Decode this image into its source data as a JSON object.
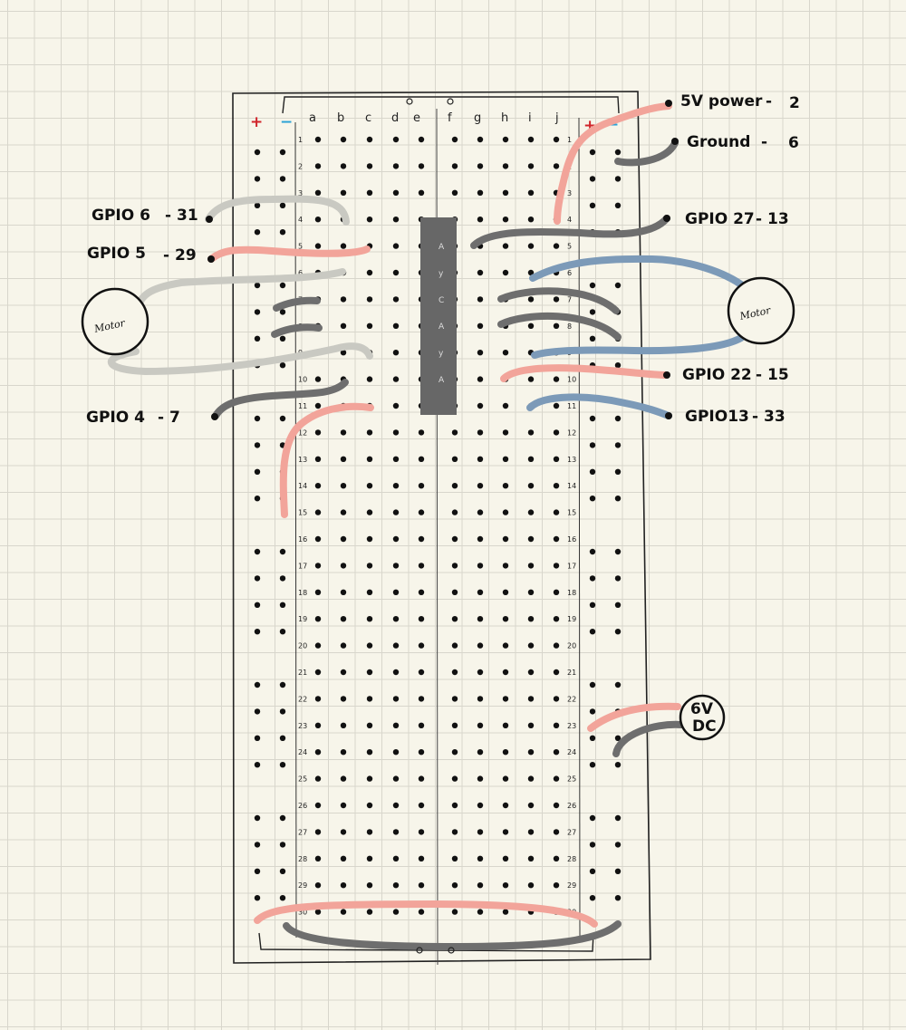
{
  "rails": {
    "plus": "+",
    "minus": "−"
  },
  "columns_left": [
    "a",
    "b",
    "c",
    "d",
    "e"
  ],
  "columns_right": [
    "f",
    "g",
    "h",
    "i",
    "j"
  ],
  "row_numbers": [
    "1",
    "2",
    "3",
    "4",
    "5",
    "6",
    "7",
    "8",
    "9",
    "10",
    "11",
    "12",
    "13",
    "14",
    "15",
    "16",
    "17",
    "18",
    "19",
    "20",
    "21",
    "22",
    "23",
    "24",
    "25",
    "26",
    "27",
    "28",
    "29",
    "30"
  ],
  "chip_pins": [
    "A",
    "y",
    "C",
    "A",
    "y",
    "A"
  ],
  "labels": {
    "five_v_power": "5V power",
    "five_v_pin": "2",
    "ground": "Ground",
    "ground_pin": "6",
    "gpio6": "GPIO 6",
    "gpio6_pin": "31",
    "gpio5": "GPIO 5",
    "gpio5_pin": "29",
    "gpio4": "GPIO 4",
    "gpio4_pin": "7",
    "gpio27": "GPIO 27",
    "gpio27_pin": "13",
    "gpio22": "GPIO 22",
    "gpio22_pin": "15",
    "gpio13": "GPIO13",
    "gpio13_pin": "33",
    "motor_left": "Motor",
    "motor_right": "Motor",
    "dc_line1": "6V",
    "dc_line2": "DC"
  },
  "colors": {
    "red_wire": "#f2a49a",
    "gray_wire": "#6e6e6e",
    "light_wire": "#c9c9c2",
    "blue_wire": "#7c9ab8",
    "chip": "#676767",
    "plus": "#d0242a",
    "minus": "#2aa2d6"
  }
}
